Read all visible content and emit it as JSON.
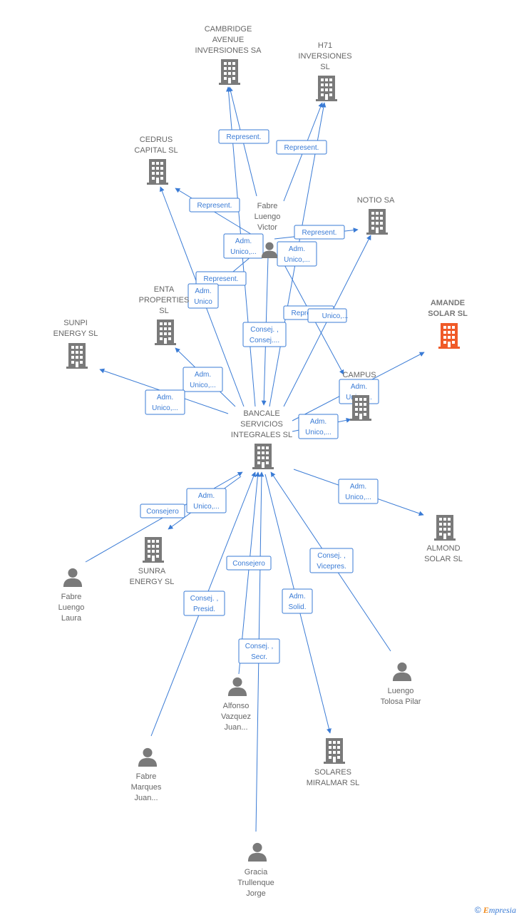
{
  "colors": {
    "edge": "#3a7bd5",
    "company_icon": "#7a7a7a",
    "person_icon": "#7a7a7a",
    "highlight_company": "#f05a28",
    "label_text": "#666666"
  },
  "nodes": [
    {
      "id": "cambridge",
      "type": "company",
      "icon": "building-icon",
      "label_lines": [
        "CAMBRIDGE",
        "AVENUE",
        "INVERSIONES SA"
      ]
    },
    {
      "id": "h71",
      "type": "company",
      "icon": "building-icon",
      "label_lines": [
        "H71",
        "INVERSIONES",
        "SL"
      ]
    },
    {
      "id": "cedrus",
      "type": "company",
      "icon": "building-icon",
      "label_lines": [
        "CEDRUS",
        "CAPITAL  SL"
      ]
    },
    {
      "id": "notio",
      "type": "company",
      "icon": "building-icon",
      "label_lines": [
        "NOTIO SA"
      ]
    },
    {
      "id": "victor",
      "type": "person",
      "icon": "person-icon",
      "label_lines": [
        "Fabre",
        "Luengo",
        "Victor"
      ]
    },
    {
      "id": "enta",
      "type": "company",
      "icon": "building-icon",
      "label_lines": [
        "ENTA",
        "PROPERTIES",
        "SL"
      ]
    },
    {
      "id": "amande",
      "type": "company",
      "icon": "building-icon",
      "highlight": true,
      "label_lines": [
        "AMANDE",
        "SOLAR  SL"
      ]
    },
    {
      "id": "sunpi",
      "type": "company",
      "icon": "building-icon",
      "label_lines": [
        "SUNPI",
        "ENERGY  SL"
      ]
    },
    {
      "id": "campus",
      "type": "company",
      "icon": "building-icon",
      "label_lines": [
        "CAMPUS"
      ]
    },
    {
      "id": "bancale",
      "type": "company",
      "icon": "building-icon",
      "label_lines": [
        "BANCALE",
        "SERVICIOS",
        "INTEGRALES SL"
      ]
    },
    {
      "id": "sunra",
      "type": "company",
      "icon": "building-icon",
      "label_lines": [
        "SUNRA",
        "ENERGY SL"
      ]
    },
    {
      "id": "almond",
      "type": "company",
      "icon": "building-icon",
      "label_lines": [
        "ALMOND",
        "SOLAR  SL"
      ]
    },
    {
      "id": "laura",
      "type": "person",
      "icon": "person-icon",
      "label_lines": [
        "Fabre",
        "Luengo",
        "Laura"
      ]
    },
    {
      "id": "pilar",
      "type": "person",
      "icon": "person-icon",
      "label_lines": [
        "Luengo",
        "Tolosa Pilar"
      ]
    },
    {
      "id": "alfonso",
      "type": "person",
      "icon": "person-icon",
      "label_lines": [
        "Alfonso",
        "Vazquez",
        "Juan..."
      ]
    },
    {
      "id": "solares",
      "type": "company",
      "icon": "building-icon",
      "label_lines": [
        "SOLARES",
        "MIRALMAR SL"
      ]
    },
    {
      "id": "marques",
      "type": "person",
      "icon": "person-icon",
      "label_lines": [
        "Fabre",
        "Marques",
        "Juan..."
      ]
    },
    {
      "id": "gracia",
      "type": "person",
      "icon": "person-icon",
      "label_lines": [
        "Gracia",
        "Trullenque",
        "Jorge"
      ]
    }
  ],
  "edge_labels": [
    {
      "id": "e_cambridge",
      "lines": [
        "Represent."
      ]
    },
    {
      "id": "e_h71",
      "lines": [
        "Represent."
      ]
    },
    {
      "id": "e_cedrus",
      "lines": [
        "Represent."
      ]
    },
    {
      "id": "e_notio",
      "lines": [
        "Represent."
      ]
    },
    {
      "id": "e_v_adm1",
      "lines": [
        "Adm.",
        "Unico,..."
      ]
    },
    {
      "id": "e_v_adm2",
      "lines": [
        "Adm.",
        "Unico,..."
      ]
    },
    {
      "id": "e_v_enta_rep",
      "lines": [
        "Represent."
      ]
    },
    {
      "id": "e_b_enta",
      "lines": [
        "Adm.",
        "Unico"
      ]
    },
    {
      "id": "e_b_consej",
      "lines": [
        "Consej. ,",
        "Consej...."
      ]
    },
    {
      "id": "e_v_campus_rep",
      "lines": [
        "Represent."
      ]
    },
    {
      "id": "e_b_adm_unico",
      "lines": [
        "Unico,..."
      ]
    },
    {
      "id": "e_b_enta2",
      "lines": [
        "Adm.",
        "Unico,..."
      ]
    },
    {
      "id": "e_b_sunpi",
      "lines": [
        "Adm.",
        "Unico,..."
      ]
    },
    {
      "id": "e_b_amande",
      "lines": [
        "Adm.",
        "Unico,..."
      ]
    },
    {
      "id": "e_b_campus",
      "lines": [
        "Adm.",
        "Unico,..."
      ]
    },
    {
      "id": "e_b_sunra",
      "lines": [
        "Adm.",
        "Unico,..."
      ]
    },
    {
      "id": "e_laura",
      "lines": [
        "Consejero"
      ]
    },
    {
      "id": "e_b_almond",
      "lines": [
        "Adm.",
        "Unico,..."
      ]
    },
    {
      "id": "e_alfonso",
      "lines": [
        "Consejero"
      ]
    },
    {
      "id": "e_pilar",
      "lines": [
        "Consej. ,",
        "Vicepres."
      ]
    },
    {
      "id": "e_marques",
      "lines": [
        "Consej. ,",
        "Presid."
      ]
    },
    {
      "id": "e_b_solares",
      "lines": [
        "Adm.",
        "Solid."
      ]
    },
    {
      "id": "e_gracia",
      "lines": [
        "Consej. ,",
        "Secr."
      ]
    }
  ],
  "brand": {
    "copyright": "©",
    "name_initial": "E",
    "name_rest": "mpresia"
  }
}
